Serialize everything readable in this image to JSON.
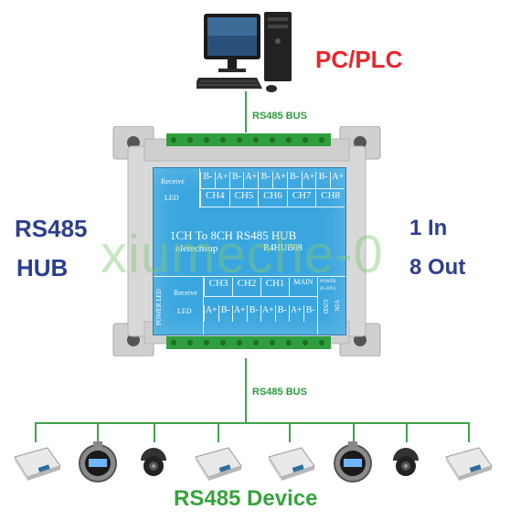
{
  "labels": {
    "pc_plc": "PC/PLC",
    "rs485_line1": "RS485",
    "rs485_line2": "HUB",
    "one_in": "1 In",
    "eight_out": "8 Out",
    "bus_top": "RS485 BUS",
    "bus_bottom": "RS485 BUS",
    "device": "RS485 Device",
    "watermark": "xiumeche-0"
  },
  "panel": {
    "receive_top": "Receive",
    "led_top": "LED",
    "top_pins": [
      "B-",
      "A+",
      "B-",
      "A+",
      "B-",
      "A+",
      "B-",
      "A+",
      "B-",
      "A+"
    ],
    "top_channels": [
      "CH4",
      "CH5",
      "CH6",
      "CH7",
      "CH8"
    ],
    "title": "1CH To 8CH RS485 HUB",
    "brand": "eletechsup",
    "model": "R4HUB08",
    "power_led": "POWER LED",
    "receive_bottom": "Receive",
    "led_bottom": "LED",
    "bottom_channels": [
      "CH3",
      "CH2",
      "CH1",
      "MAIN"
    ],
    "power_label": "POWER",
    "power_range": "(6~30V)",
    "bottom_pins": [
      "A+",
      "B-",
      "A+",
      "B-",
      "A+",
      "B-",
      "A+",
      "B-"
    ],
    "gnd": "GND",
    "vin": "VIN"
  },
  "colors": {
    "pc_plc": "#e8262c",
    "hub_text": "#2c3f8f",
    "bus_line": "#3fa24b",
    "panel": "#3aa6df"
  },
  "devices": [
    "weighing-scale",
    "digital-meter",
    "dome-camera",
    "weighing-scale",
    "weighing-scale",
    "digital-meter",
    "dome-camera",
    "weighing-scale"
  ]
}
